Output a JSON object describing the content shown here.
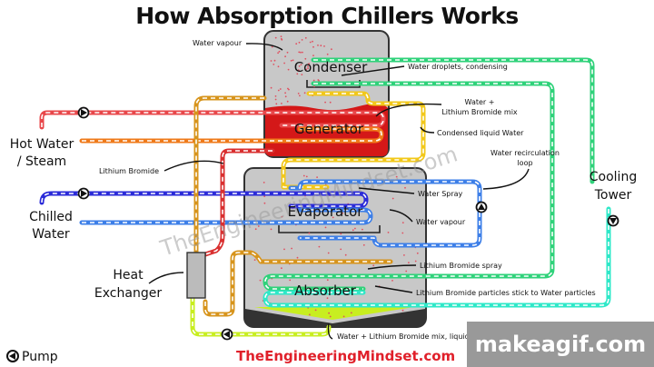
{
  "title": "How Absorption Chillers Works",
  "components": {
    "condenser": "Condenser",
    "generator": "Generator",
    "evaporator": "Evaporator",
    "absorber": "Absorber"
  },
  "side_labels": {
    "hot_water_1": "Hot Water",
    "hot_water_2": "/ Steam",
    "chilled_1": "Chilled",
    "chilled_2": "Water",
    "heat_ex_1": "Heat",
    "heat_ex_2": "Exchanger",
    "cooling_1": "Cooling",
    "cooling_2": "Tower"
  },
  "annotations": {
    "water_vapour_top": "Water vapour",
    "water_droplets": "Water droplets, condensing",
    "mix_1": "Water +",
    "mix_2": "Lithium Bromide mix",
    "condensed": "Condensed liquid Water",
    "lithium_bromide": "Lithium Bromide",
    "recirc_1": "Water recirculation",
    "recirc_2": "loop",
    "water_spray": "Water Spray",
    "water_vapour_evap": "Water vapour",
    "libr_spray": "Lithium Bromide spray",
    "libr_stick": "Lithium Bromide particles stick to Water particles",
    "mix_liquid": "Water + Lithium Bromide mix, liquid"
  },
  "legend": {
    "pump_icon": "pump-icon",
    "pump_label": "Pump"
  },
  "watermark": "TheEngineeringMindset.com",
  "site_credit": "TheEngineeringMindset.com",
  "overlay_badge": "makeagif.com",
  "colors": {
    "hot_supply": "#e8474a",
    "hot_return": "#ef7a1a",
    "chilled_supply": "#2a2ad8",
    "chilled_return": "#3d7fe8",
    "refrigerant_liquid": "#f2c81a",
    "libr_strong": "#d93030",
    "libr_weak": "#d7941c",
    "cooling_supply": "#2fd27a",
    "cooling_return": "#2ee8c8",
    "mix_liquid": "#c8ee20",
    "generator_fill": "#d41818",
    "vessel_fill": "#c8c8c8"
  }
}
